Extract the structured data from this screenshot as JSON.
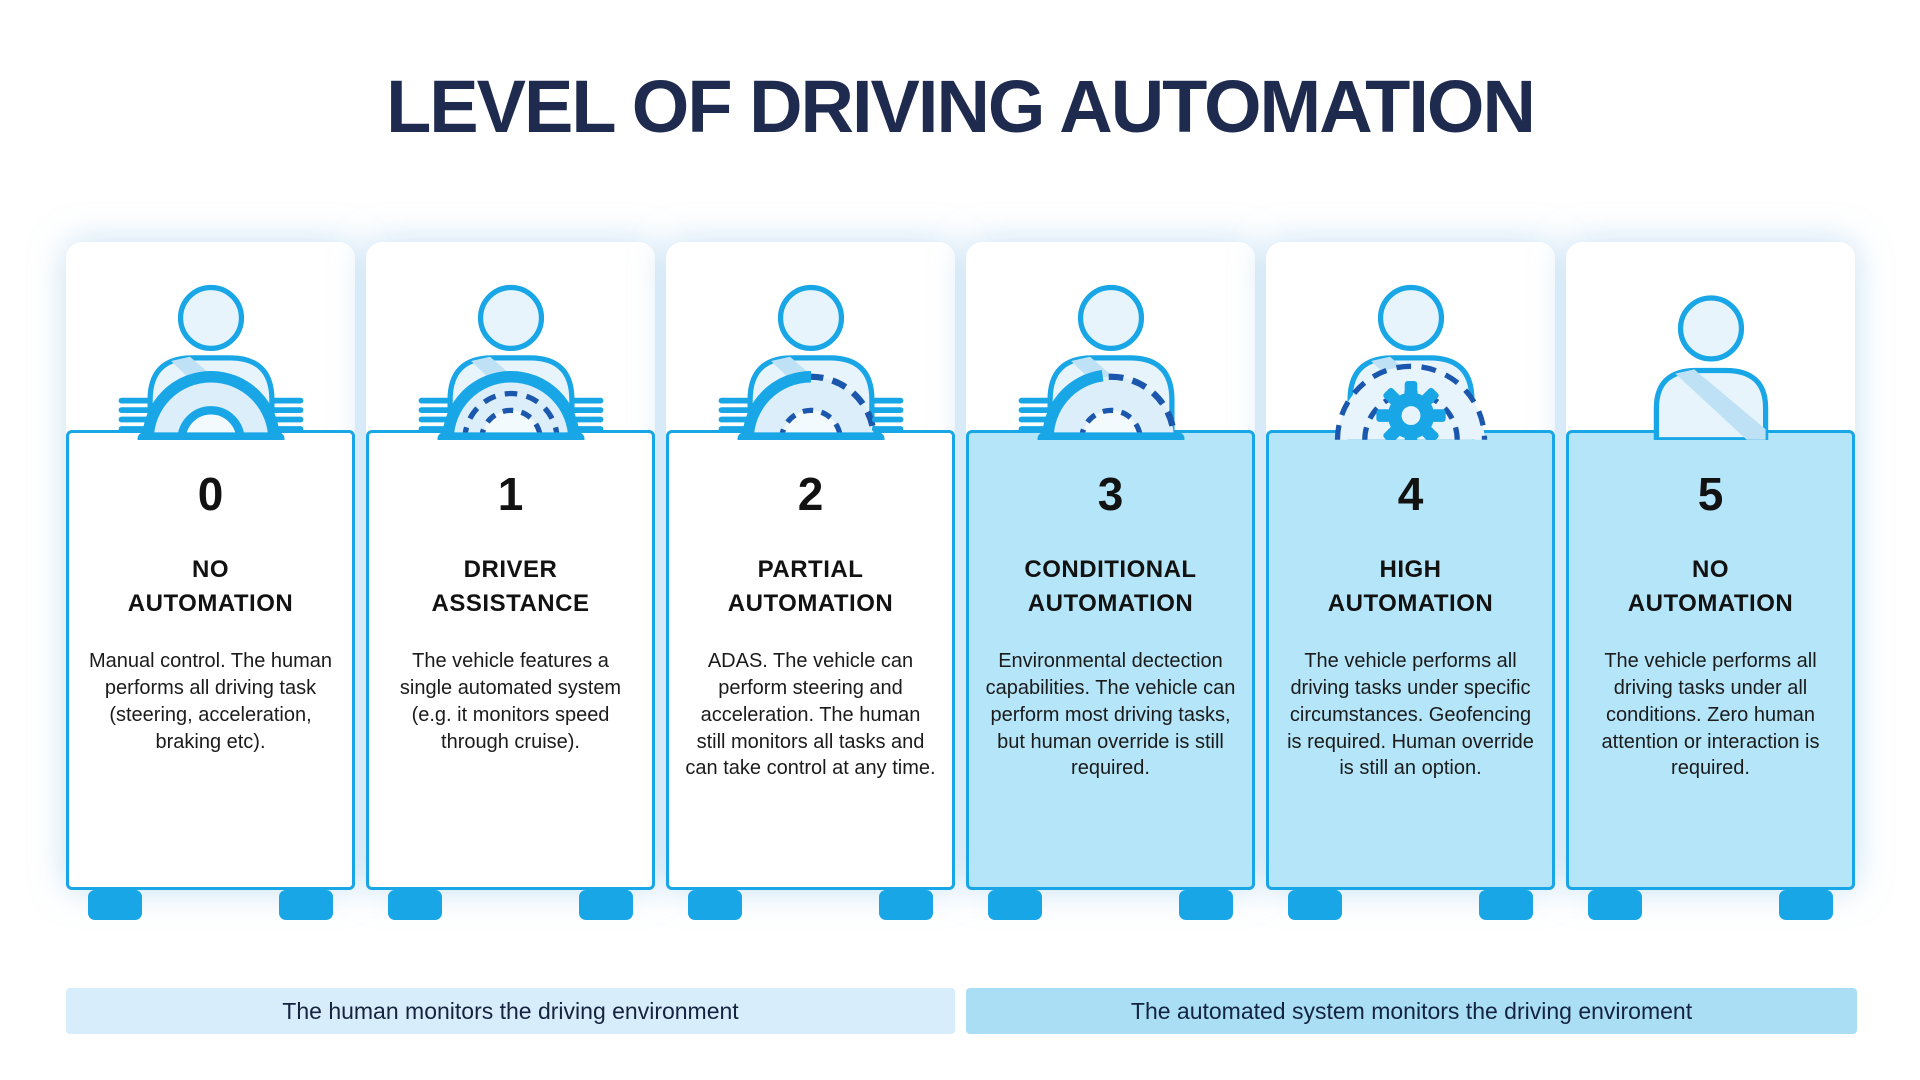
{
  "title": "LEVEL OF DRIVING AUTOMATION",
  "colors": {
    "accent_blue": "#18a6e6",
    "dashed_dark_blue": "#1b57ad",
    "title_navy": "#1f2b4e",
    "highlight_card_fill": "#b4e5f8",
    "bar_human_fill": "#d8edfb",
    "bar_automated_fill": "#a9def5",
    "icon_light_fill": "#e7f4fc"
  },
  "levels": [
    {
      "number": "0",
      "name": "NO\nAUTOMATION",
      "description": "Manual control. The human performs all driving task (steering, acceleration, braking etc).",
      "icon": "driver-hands-on-solid-wheel-icon",
      "highlighted": false
    },
    {
      "number": "1",
      "name": "DRIVER\nASSISTANCE",
      "description": "The vehicle features a single automated system (e.g. it monitors speed through cruise).",
      "icon": "driver-hands-on-wheel-assist-icon",
      "highlighted": false
    },
    {
      "number": "2",
      "name": "PARTIAL\nAUTOMATION",
      "description": "ADAS. The vehicle can perform steering and acceleration. The human still monitors all tasks and can take control at any time.",
      "icon": "driver-dashed-wheel-icon",
      "highlighted": false
    },
    {
      "number": "3",
      "name": "CONDITIONAL\nAUTOMATION",
      "description": "Environmental dectection capabilities. The vehicle can perform most driving tasks, but human override is still required.",
      "icon": "driver-one-hand-dashed-wheel-icon",
      "highlighted": true
    },
    {
      "number": "4",
      "name": "HIGH\nAUTOMATION",
      "description": "The vehicle performs all driving tasks under specific circumstances. Geofencing is required. Human override is still an option.",
      "icon": "automated-system-gear-icon",
      "highlighted": true
    },
    {
      "number": "5",
      "name": "NO\nAUTOMATION",
      "description": "The vehicle performs all driving tasks under all conditions. Zero human attention or interaction is required.",
      "icon": "passenger-seatbelt-icon",
      "highlighted": true
    }
  ],
  "footer": {
    "human": "The human monitors the driving environment",
    "automated": "The automated system monitors the driving enviroment"
  }
}
